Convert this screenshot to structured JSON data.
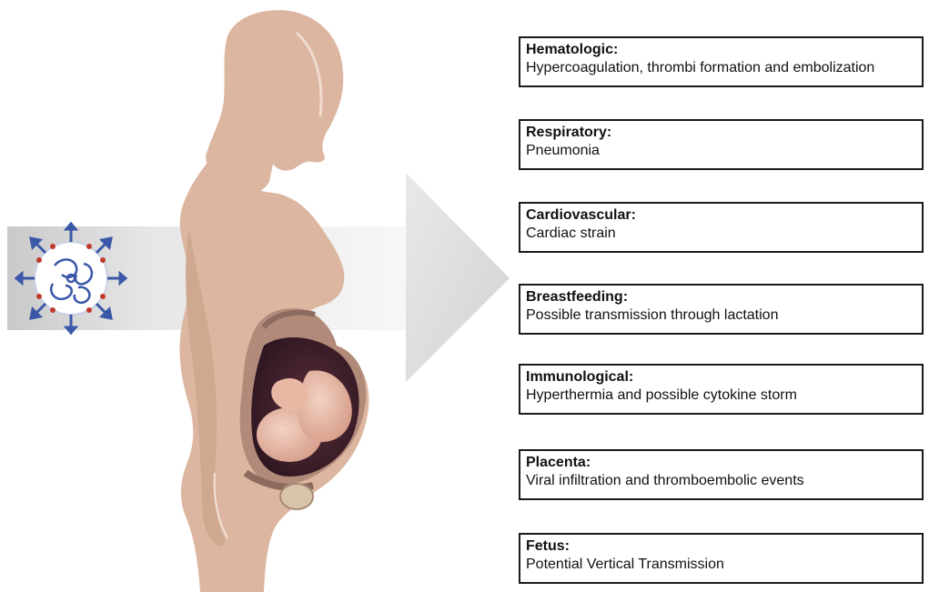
{
  "colors": {
    "silhouette": "#dcb6a0",
    "arrow_light": "#f4f4f4",
    "arrow_dark": "#d9d9d9",
    "virus_spike": "#3a57a8",
    "virus_red": "#c0392b",
    "box_border": "#1a1a1a"
  },
  "illustration": {
    "virus_icon": "coronavirus-particle",
    "arrow_icon": "right-arrow",
    "figure_icon": "pregnant-woman-silhouette",
    "fetus_icon": "fetus-in-uterus"
  },
  "effects": [
    {
      "title": "Hematologic:",
      "description": "Hypercoagulation, thrombi formation and embolization"
    },
    {
      "title": "Respiratory:",
      "description": "Pneumonia"
    },
    {
      "title": "Cardiovascular:",
      "description": "Cardiac strain"
    },
    {
      "title": "Breastfeeding:",
      "description": "Possible transmission through lactation"
    },
    {
      "title": "Immunological:",
      "description": "Hyperthermia and possible cytokine storm"
    },
    {
      "title": "Placenta:",
      "description": "Viral infiltration and thromboembolic events"
    },
    {
      "title": "Fetus:",
      "description": "Potential Vertical Transmission"
    }
  ]
}
